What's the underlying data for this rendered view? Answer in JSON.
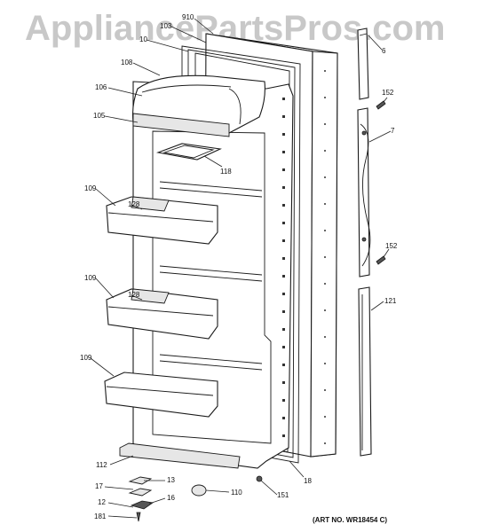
{
  "watermark": "AppliancePartsPros.com",
  "art_number": "(ART NO. WR18454 C)",
  "callouts": {
    "c910": "910",
    "c103": "103",
    "c10": "10",
    "c108": "108",
    "c106": "106",
    "c105": "105",
    "c118": "118",
    "c109a": "109",
    "c128a": "128",
    "c109b": "109",
    "c128b": "128",
    "c109c": "109",
    "c112": "112",
    "c13": "13",
    "c17": "17",
    "c16": "16",
    "c12": "12",
    "c181": "181",
    "c110": "110",
    "c151": "151",
    "c18": "18",
    "c6": "6",
    "c152a": "152",
    "c7": "7",
    "c152b": "152",
    "c121": "121"
  }
}
